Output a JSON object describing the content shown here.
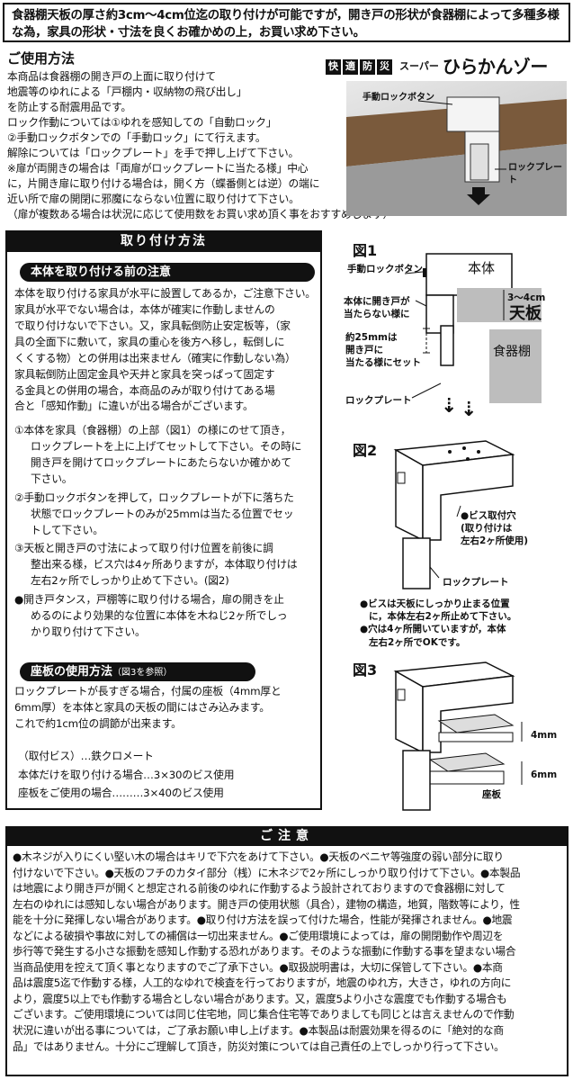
{
  "top_notice": "食器棚天板の厚さ約3cm〜4cm位迄の取り付けが可能ですが，開き戸の形状が食器棚によって多種多様な為，家具の形状・寸法を良くお確かめの上，お買い求め下さい。",
  "usage": {
    "title": "ご使用方法",
    "lines": [
      "本商品は食器棚の開き戸の上面に取り付けて",
      "地震等のゆれによる「戸棚内・収納物の飛び出し」",
      "を防止する耐震用品です。",
      "ロック作動については①ゆれを感知しての「自動ロック」",
      "②手動ロックボタンでの「手動ロック」にて行えます。",
      "解除については「ロックプレート」を手で押し上げて下さい。",
      "※扉が両開きの場合は「両扉がロックプレートに当たる様」中心",
      "に，片開き扉に取り付ける場合は，開く方（蝶番側とは逆）の端に",
      "近い所で扉の開閉に邪魔にならない位置に取り付けて下さい。",
      "（扉が複数ある場合は状況に応じて使用数をお買い求め頂く事をおすすめします）"
    ]
  },
  "brand": {
    "kanji": [
      "快",
      "適",
      "防",
      "災"
    ],
    "super": "スーパー",
    "name": "ひらかんゾー"
  },
  "photo": {
    "label_button": "手動ロックボタン",
    "label_plate": "ロックプレート"
  },
  "install": {
    "header": "取り付け方法",
    "before_title": "本体を取り付ける前の注意",
    "before_lines": [
      "本体を取り付ける家具が水平に設置してあるか，ご注意下さい。",
      "家具が水平でない場合は，本体が確実に作動しませんの",
      "で取り付けないで下さい。又，家具転倒防止安定板等，（家",
      "具の全面下に敷いて，家具の重心を後方へ移し，転倒しに",
      "くくする物）との併用は出来ません（確実に作動しない為）",
      "家具転倒防止固定金具や天井と家具を突っぱって固定す",
      "る金具との併用の場合，本商品のみが取り付けてある場",
      "合と「感知作動」に違いが出る場合がございます。"
    ],
    "steps": [
      [
        "①本体を家具（食器棚）の上部（図1）の様にのせて頂き，",
        "ロックプレートを上に上げてセットして下さい。その時に",
        "開き戸を開けてロックプレートにあたらないか確かめて",
        "下さい。"
      ],
      [
        "②手動ロックボタンを押して，ロックプレートが下に落ちた",
        "状態でロックプレートのみが25mmは当たる位置でセッ",
        "トして下さい。"
      ],
      [
        "③天板と開き戸の寸法によって取り付け位置を前後に調",
        "整出来る様，ビス穴は4ヶ所ありますが，本体取り付けは",
        "左右2ヶ所でしっかり止めて下さい。(図2)"
      ],
      [
        "●開き戸タンス，戸棚等に取り付ける場合，扉の開きを止",
        "めるのにより効果的な位置に本体を木ねじ2ヶ所でしっ",
        "かり取り付けて下さい。"
      ]
    ],
    "plate_title": "座板の使用方法",
    "plate_ref": "（図3を参照）",
    "plate_lines": [
      "ロックプレートが長すぎる場合，付属の座板（4mm厚と",
      "6mm厚）を本体と家具の天板の間にはさみ込みます。",
      "これで約1cm位の調節が出来ます。"
    ],
    "screws": [
      "（取付ビス）…鉄クロメート",
      "本体だけを取り付ける場合…3×30のビス使用",
      "座板をご使用の場合………3×40のビス使用"
    ]
  },
  "fig1": {
    "label": "図1",
    "button": "手動ロックボタン",
    "body": "本体",
    "gap_note": [
      "本体に開き戸が",
      "当たらない様に"
    ],
    "thickness": "3〜4cm",
    "top": "天板",
    "offset": [
      "約25mmは",
      "開き戸に",
      "当たる様にセット"
    ],
    "cabinet": "食器棚",
    "plate": "ロックプレート"
  },
  "fig2": {
    "label": "図2",
    "holes": [
      "●ビス取付穴",
      "(取り付けは",
      "左右2ヶ所使用)"
    ],
    "plate": "ロックプレート",
    "notes": [
      "●ビスは天板にしっかり止まる位置",
      "に，本体左右2ヶ所止めて下さい。",
      "●穴は4ヶ所開いていますが，本体",
      "左右2ヶ所でOKです。"
    ]
  },
  "fig3": {
    "label": "図3",
    "mm4": "4mm",
    "mm6": "6mm",
    "plate": "座板"
  },
  "caution": {
    "header": "ご注意",
    "lines": [
      "●木ネジが入りにくい堅い木の場合はキリで下穴をあけて下さい。●天板のベニヤ等強度の弱い部分に取り",
      "付けないで下さい。●天板のフチのカタイ部分（桟）に木ネジで2ヶ所にしっかり取り付けて下さい。●本製品",
      "は地震により開き戸が開くと想定される前後のゆれに作動するよう設計されておりますので食器棚に対して",
      "左右のゆれには感知しない場合があります。開き戸の使用状態（具合），建物の構造，地質，階数等により，性",
      "能を十分に発揮しない場合があります。●取り付け方法を誤って付けた場合，性能が発揮されません。●地震",
      "などによる破損や事故に対しての補償は一切出来ません。●ご使用環境によっては，扉の開閉動作や周辺を",
      "歩行等で発生する小さな振動を感知し作動する恐れがあります。そのような振動に作動する事を望まない場合",
      "当商品使用を控えて頂く事となりますのでご了承下さい。●取扱説明書は，大切に保管して下さい。●本商",
      "品は震度5迄で作動する様，人工的なゆれで検査を行っておりますが，地震のゆれ方，大きさ，ゆれの方向に",
      "より，震度5以上でも作動する場合としない場合があります。又，震度5より小さな震度でも作動する場合も",
      "ございます。ご使用環境については同じ住宅地，同じ集合住宅等でありましても同じとは言えませんので作動",
      "状況に違いが出る事については，ご了承お願い申し上げます。●本製品は耐震効果を得るのに「絶対的な商",
      "品」ではありません。十分にご理解して頂き，防災対策については自己責任の上でしっかり行って下さい。"
    ]
  }
}
